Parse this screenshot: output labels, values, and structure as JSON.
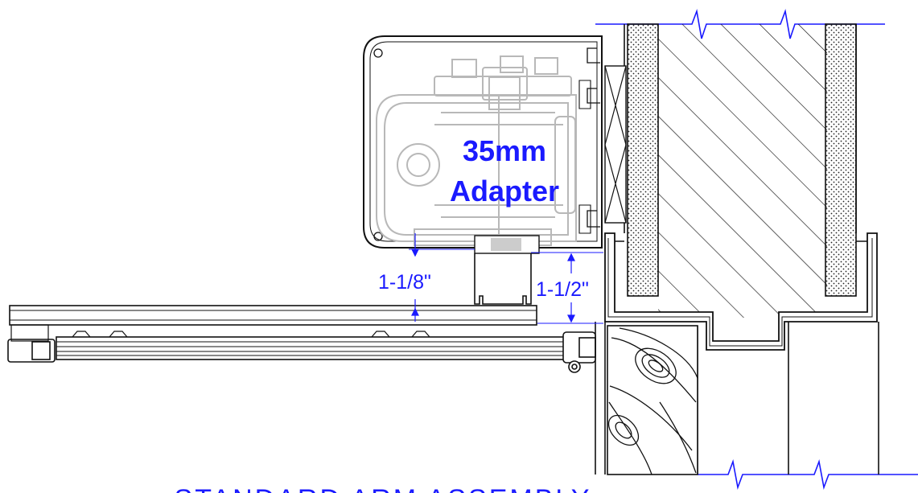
{
  "drawing": {
    "adapter_label_line1": "35mm",
    "adapter_label_line2": "Adapter",
    "dim_left": "1-1/8\"",
    "dim_right": "1-1/2\"",
    "footer_title": "STANDARD ARM ASSEMBLY",
    "accent_color": "#1a1aff",
    "line_color": "#111111",
    "ghost_color": "#b8b8b8"
  }
}
